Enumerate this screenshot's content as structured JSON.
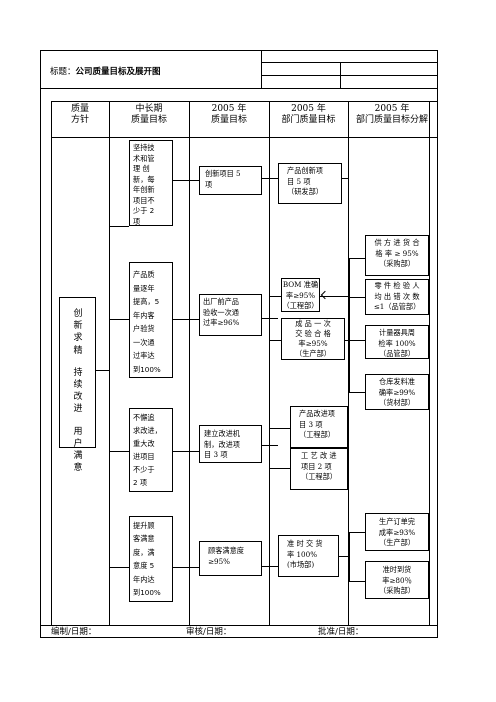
{
  "title": {
    "label": "标题：",
    "text": "公司质量目标及展开图"
  },
  "headers": {
    "policy": [
      "质量",
      "方针"
    ],
    "mid_term": [
      "中长期",
      "质量目标"
    ],
    "year_goal": [
      "2005 年",
      "质量目标"
    ],
    "dept_goal": [
      "2005 年",
      "部门质量目标"
    ],
    "dept_split": [
      "2005 年",
      "部门质量目标分解"
    ]
  },
  "policy": {
    "lines": [
      "创",
      "新",
      "求",
      "精",
      "",
      "持",
      "续",
      "改",
      "进",
      "",
      "用",
      "户",
      "满",
      "意"
    ]
  },
  "mid_term": [
    [
      "坚持技",
      "术和管",
      "理  创",
      "新，每",
      "年创新",
      "项目不",
      "少于 2",
      "项"
    ],
    [
      "产品质",
      "量逐年",
      "提高，5",
      "年内客",
      "户验货",
      "一次通",
      "过率达",
      "到100%"
    ],
    [
      "不懈追",
      "求改进，",
      "重大改",
      "进项目",
      "不少于",
      "2 项"
    ],
    [
      "提升顾",
      "客满意",
      "度，满",
      "意度 5",
      "年内达",
      "到100%"
    ]
  ],
  "year_goals": [
    [
      "创新项目 5",
      "项"
    ],
    [
      "出厂前产品",
      "验收一次通",
      "过率≥96%"
    ],
    [
      "建立改进机",
      "制，改进项",
      "目 3 项"
    ],
    [
      "顾客满意度",
      "≥95%"
    ]
  ],
  "dept_goals": [
    [
      "产品创新项",
      "目 5 项",
      "（研发部）"
    ],
    [
      "BOM 准确",
      "率≥95%",
      "（工程部）"
    ],
    [
      "成 品 一 次",
      "交 验 合 格",
      "率≥95%",
      "（生产部）"
    ],
    [
      "产品改进项",
      "目 3 项",
      "（工程部）"
    ],
    [
      "工 艺 改 进",
      "项目 2 项",
      "（工程部）"
    ],
    [
      "准 时 交 货",
      "率 100%",
      "(市场部)"
    ]
  ],
  "dept_split": [
    [
      "供 方 进 货 合",
      "格 率 ≥ 95%",
      "（采购部）"
    ],
    [
      "零 件 检 验 人",
      "均 出 错 次 数",
      "≤1（品管部）"
    ],
    [
      "计量器具周",
      "检率 100%",
      "（品管部）"
    ],
    [
      "仓库发料准",
      "确率≥99%",
      "（货材部）"
    ],
    [
      "生产订单完",
      "成率≥93%",
      "（生产部）"
    ],
    [
      "准时到货",
      "率≥80％",
      "（采购部）"
    ]
  ],
  "footer": {
    "compiled": "编制/日期：",
    "reviewed": "审核/日期：",
    "approved": "批准/日期："
  }
}
